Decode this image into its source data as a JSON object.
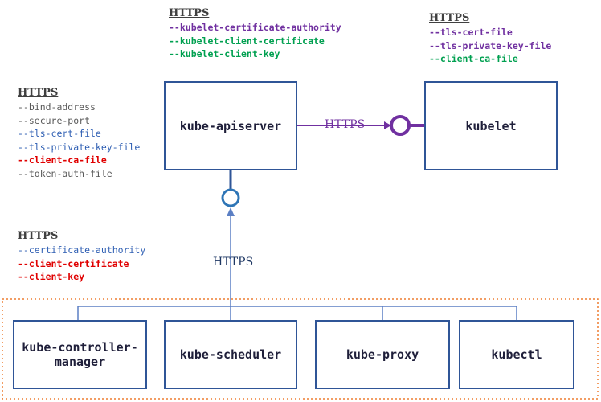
{
  "nodes": {
    "apiserver": "kube-apiserver",
    "kubelet": "kubelet",
    "controller_manager": "kube-controller-\nmanager",
    "scheduler": "kube-scheduler",
    "proxy": "kube-proxy",
    "kubectl": "kubectl"
  },
  "edges": {
    "apiserver_to_kubelet": "HTTPS",
    "clients_to_apiserver": "HTTPS"
  },
  "apiserver_kubelet_client_flags": {
    "header": "HTTPS",
    "items": [
      "--kubelet-certificate-authority",
      "--kubelet-client-certificate",
      "--kubelet-client-key"
    ]
  },
  "kubelet_flags": {
    "header": "HTTPS",
    "items": [
      "--tls-cert-file",
      "--tls-private-key-file",
      "--client-ca-file"
    ]
  },
  "apiserver_flags": {
    "header": "HTTPS",
    "items": [
      "--bind-address",
      "--secure-port",
      "--tls-cert-file",
      "--tls-private-key-file",
      "--client-ca-file",
      "--token-auth-file"
    ]
  },
  "client_flags": {
    "header": "HTTPS",
    "items": [
      "--certificate-authority",
      "--client-certificate",
      "--client-key"
    ]
  },
  "colors": {
    "box_border": "#2f5597",
    "arrow_purple": "#7030a0",
    "arrow_blue": "#5b7fc4",
    "group_border": "#ed7d31"
  }
}
